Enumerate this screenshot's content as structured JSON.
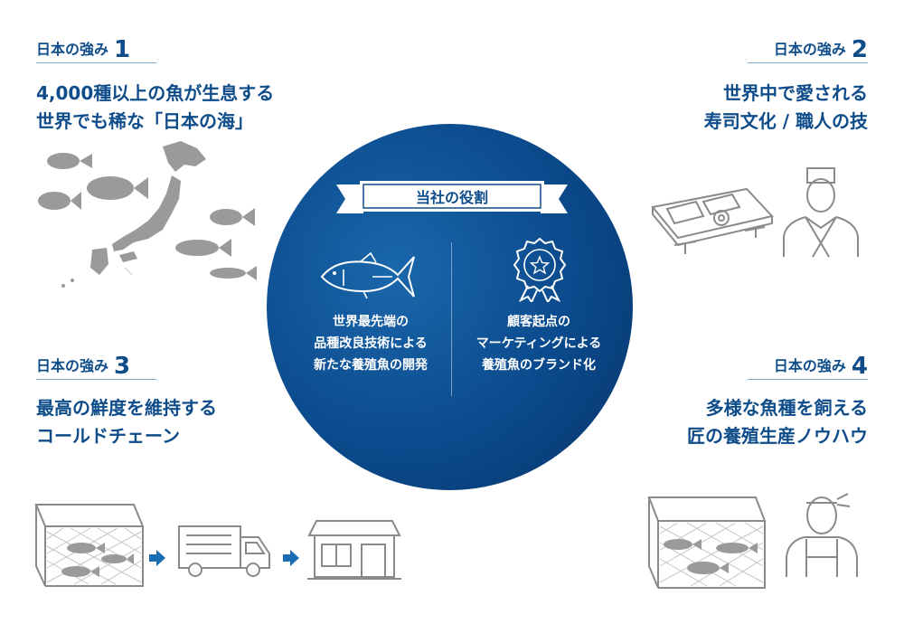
{
  "strengths": [
    {
      "label": "日本の強み",
      "number": "1",
      "title_lines": [
        "4,000種以上の魚が生息する",
        "世界でも稀な「日本の海」"
      ]
    },
    {
      "label": "日本の強み",
      "number": "2",
      "title_lines": [
        "世界中で愛される",
        "寿司文化 / 職人の技"
      ]
    },
    {
      "label": "日本の強み",
      "number": "3",
      "title_lines": [
        "最高の鮮度を維持する",
        "コールドチェーン"
      ]
    },
    {
      "label": "日本の強み",
      "number": "4",
      "title_lines": [
        "多様な魚種を飼える",
        "匠の養殖生産ノウハウ"
      ]
    }
  ],
  "center": {
    "title": "当社の役割",
    "left_lines": [
      "世界最先端の",
      "品種改良技術による",
      "新たな養殖魚の開発"
    ],
    "right_lines": [
      "顧客起点の",
      "マーケティングによる",
      "養殖魚のブランド化"
    ]
  },
  "colors": {
    "primary": "#0f4c8a",
    "circle_dark": "#06346a",
    "arrow": "#1a6cb3",
    "illustration": "#9a9a9a"
  },
  "icons": [
    "japan-map-icon",
    "fish-icon",
    "sushi-icon",
    "chef-icon",
    "fish-pen-icon",
    "truck-icon",
    "store-icon",
    "tuna-icon",
    "award-badge-icon",
    "arrow-right-icon"
  ]
}
